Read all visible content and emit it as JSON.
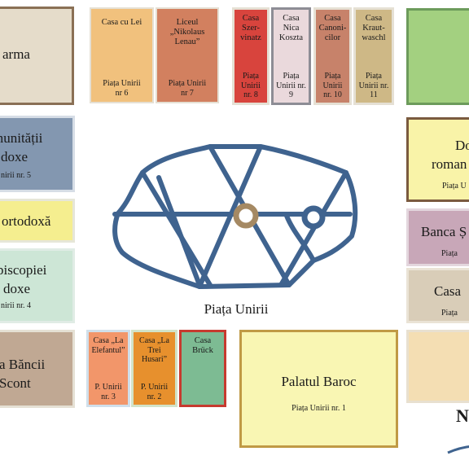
{
  "colors": {
    "outline": "#3f638f",
    "fountain_fill": "#ffffff",
    "center_ring": "#a58963",
    "right_ring": "#3f638f"
  },
  "buildings": {
    "farma": {
      "name": "arma"
    },
    "casa_cu_lei": {
      "name": "Casa cu Lei",
      "address": "Piața Unirii nr 6"
    },
    "liceul_lenau": {
      "name": "Liceul „Nikolaus Lenau”",
      "address": "Piața Unirii nr 7"
    },
    "casa_szervinatz": {
      "name": "Casa Szer-vinatz",
      "address": "Piața Unirii nr. 8"
    },
    "casa_nica_koszta": {
      "name": "Casa Nica Koszta",
      "address": "Piața Unirii nr. 9"
    },
    "casa_canonicilor": {
      "name": "Casa Canoni-cilor",
      "address": "Piața Unirii nr. 10"
    },
    "casa_krautwaschl": {
      "name": "Casa Kraut-waschl",
      "address": "Piața Unirii nr. 11"
    },
    "comunitatii_ortodoxe": {
      "name_line1": "munității",
      "name_line2": "doxe",
      "address": "nirii nr. 5"
    },
    "ortodoxa": {
      "name": "ortodoxă"
    },
    "episcopiei": {
      "name_line1": "piscopiei",
      "name_line2": "doxe",
      "address": "nirii nr. 4"
    },
    "bancii_scont": {
      "name_line1": "a Băncii",
      "name_line2": "Scont"
    },
    "casa_la_elefantul": {
      "name": "Casa „La Elefantul”",
      "address": "P. Unirii nr. 3"
    },
    "casa_la_trei_husari": {
      "name": "Casa „La Trei Husari”",
      "address": "P. Unirii nr. 2"
    },
    "casa_bruck": {
      "name": "Casa Brück"
    },
    "palatul_baroc": {
      "name": "Palatul Baroc",
      "address": "Piața Unirii nr. 1"
    },
    "domul_romano": {
      "name_line1": "Do",
      "name_line2": "roman",
      "address": "Piața U"
    },
    "banca": {
      "name": "Banca Ș",
      "address": "Piața"
    },
    "casa_right": {
      "name": "Casa",
      "address": "Piața"
    }
  },
  "square": {
    "label": "Piața Unirii"
  },
  "corner_mark": "N"
}
